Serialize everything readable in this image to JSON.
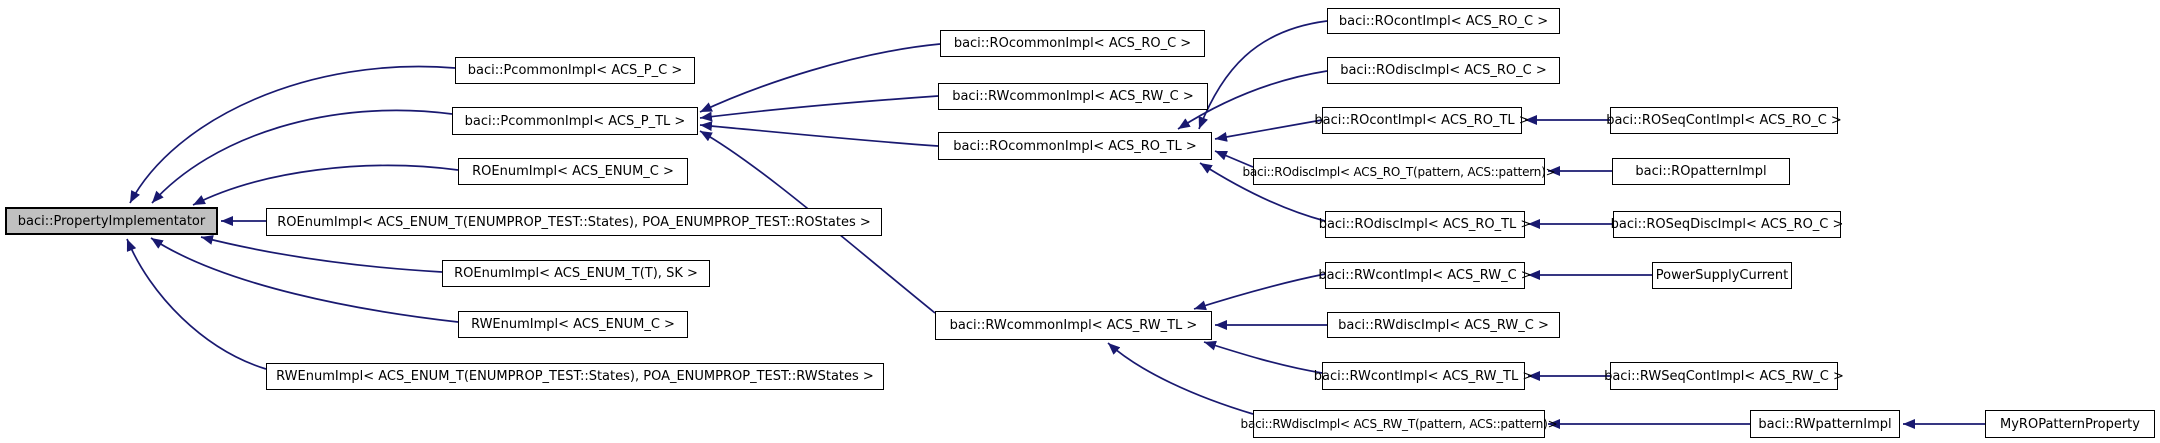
{
  "diagram": {
    "kind": "class-inheritance-graph",
    "colors": {
      "background": "#ffffff",
      "node_fill": "#ffffff",
      "node_border": "#000000",
      "root_node_fill": "#c0c0c0",
      "edge": "#191970"
    },
    "nodes": [
      {
        "id": "property-implementator",
        "label": "baci::PropertyImplementator",
        "highlighted": true
      },
      {
        "id": "pcommon-impl-acs-p-c",
        "label": "baci::PcommonImpl< ACS_P_C >"
      },
      {
        "id": "pcommon-impl-acs-p-tl",
        "label": "baci::PcommonImpl< ACS_P_TL >"
      },
      {
        "id": "ro-enum-impl-acs-enum-c",
        "label": "ROEnumImpl< ACS_ENUM_C >"
      },
      {
        "id": "ro-enum-impl-enumprop-rostates",
        "label": "ROEnumImpl< ACS_ENUM_T(ENUMPROP_TEST::States), POA_ENUMPROP_TEST::ROStates >"
      },
      {
        "id": "ro-enum-impl-t-sk",
        "label": "ROEnumImpl< ACS_ENUM_T(T), SK >"
      },
      {
        "id": "rw-enum-impl-acs-enum-c",
        "label": "RWEnumImpl< ACS_ENUM_C >"
      },
      {
        "id": "rw-enum-impl-enumprop-rwstates",
        "label": "RWEnumImpl< ACS_ENUM_T(ENUMPROP_TEST::States), POA_ENUMPROP_TEST::RWStates >"
      },
      {
        "id": "ro-common-impl-acs-ro-c",
        "label": "baci::ROcommonImpl< ACS_RO_C >"
      },
      {
        "id": "rw-common-impl-acs-rw-c",
        "label": "baci::RWcommonImpl< ACS_RW_C >"
      },
      {
        "id": "ro-common-impl-acs-ro-tl",
        "label": "baci::ROcommonImpl< ACS_RO_TL >"
      },
      {
        "id": "rw-common-impl-acs-rw-tl",
        "label": "baci::RWcommonImpl< ACS_RW_TL >"
      },
      {
        "id": "ro-cont-impl-acs-ro-c",
        "label": "baci::ROcontImpl< ACS_RO_C >"
      },
      {
        "id": "ro-disc-impl-acs-ro-c",
        "label": "baci::ROdiscImpl< ACS_RO_C >"
      },
      {
        "id": "ro-cont-impl-acs-ro-tl",
        "label": "baci::ROcontImpl< ACS_RO_TL >"
      },
      {
        "id": "ro-disc-impl-acs-ro-t-pattern",
        "label": "baci::ROdiscImpl< ACS_RO_T(pattern, ACS::pattern)>"
      },
      {
        "id": "ro-disc-impl-acs-ro-tl",
        "label": "baci::ROdiscImpl< ACS_RO_TL >"
      },
      {
        "id": "rw-cont-impl-acs-rw-c",
        "label": "baci::RWcontImpl< ACS_RW_C >"
      },
      {
        "id": "rw-disc-impl-acs-rw-c",
        "label": "baci::RWdiscImpl< ACS_RW_C >"
      },
      {
        "id": "rw-cont-impl-acs-rw-tl",
        "label": "baci::RWcontImpl< ACS_RW_TL >"
      },
      {
        "id": "rw-disc-impl-acs-rw-t-pattern",
        "label": "baci::RWdiscImpl< ACS_RW_T(pattern, ACS::pattern)>"
      },
      {
        "id": "ro-seq-cont-impl-acs-ro-c",
        "label": "baci::ROSeqContImpl< ACS_RO_C >"
      },
      {
        "id": "ro-pattern-impl",
        "label": "baci::ROpatternImpl"
      },
      {
        "id": "ro-seq-disc-impl-acs-ro-c",
        "label": "baci::ROSeqDiscImpl< ACS_RO_C >"
      },
      {
        "id": "power-supply-current",
        "label": "PowerSupplyCurrent"
      },
      {
        "id": "rw-seq-cont-impl-acs-rw-c",
        "label": "baci::RWSeqContImpl< ACS_RW_C >"
      },
      {
        "id": "rw-pattern-impl",
        "label": "baci::RWpatternImpl"
      },
      {
        "id": "my-ro-pattern-property",
        "label": "MyROPatternProperty"
      }
    ],
    "edges": [
      {
        "from": "pcommon-impl-acs-p-c",
        "to": "property-implementator"
      },
      {
        "from": "pcommon-impl-acs-p-tl",
        "to": "property-implementator"
      },
      {
        "from": "ro-enum-impl-acs-enum-c",
        "to": "property-implementator"
      },
      {
        "from": "ro-enum-impl-enumprop-rostates",
        "to": "property-implementator"
      },
      {
        "from": "ro-enum-impl-t-sk",
        "to": "property-implementator"
      },
      {
        "from": "rw-enum-impl-acs-enum-c",
        "to": "property-implementator"
      },
      {
        "from": "rw-enum-impl-enumprop-rwstates",
        "to": "property-implementator"
      },
      {
        "from": "ro-common-impl-acs-ro-c",
        "to": "pcommon-impl-acs-p-tl"
      },
      {
        "from": "rw-common-impl-acs-rw-c",
        "to": "pcommon-impl-acs-p-tl"
      },
      {
        "from": "ro-common-impl-acs-ro-tl",
        "to": "pcommon-impl-acs-p-tl"
      },
      {
        "from": "rw-common-impl-acs-rw-tl",
        "to": "pcommon-impl-acs-p-tl"
      },
      {
        "from": "ro-cont-impl-acs-ro-c",
        "to": "ro-common-impl-acs-ro-tl"
      },
      {
        "from": "ro-disc-impl-acs-ro-c",
        "to": "ro-common-impl-acs-ro-tl"
      },
      {
        "from": "ro-cont-impl-acs-ro-tl",
        "to": "ro-common-impl-acs-ro-tl"
      },
      {
        "from": "ro-disc-impl-acs-ro-t-pattern",
        "to": "ro-common-impl-acs-ro-tl"
      },
      {
        "from": "ro-disc-impl-acs-ro-tl",
        "to": "ro-common-impl-acs-ro-tl"
      },
      {
        "from": "rw-cont-impl-acs-rw-c",
        "to": "rw-common-impl-acs-rw-tl"
      },
      {
        "from": "rw-disc-impl-acs-rw-c",
        "to": "rw-common-impl-acs-rw-tl"
      },
      {
        "from": "rw-cont-impl-acs-rw-tl",
        "to": "rw-common-impl-acs-rw-tl"
      },
      {
        "from": "rw-disc-impl-acs-rw-t-pattern",
        "to": "rw-common-impl-acs-rw-tl"
      },
      {
        "from": "ro-seq-cont-impl-acs-ro-c",
        "to": "ro-cont-impl-acs-ro-tl"
      },
      {
        "from": "ro-pattern-impl",
        "to": "ro-disc-impl-acs-ro-t-pattern"
      },
      {
        "from": "ro-seq-disc-impl-acs-ro-c",
        "to": "ro-disc-impl-acs-ro-tl"
      },
      {
        "from": "power-supply-current",
        "to": "rw-cont-impl-acs-rw-c"
      },
      {
        "from": "rw-seq-cont-impl-acs-rw-c",
        "to": "rw-cont-impl-acs-rw-tl"
      },
      {
        "from": "rw-pattern-impl",
        "to": "rw-disc-impl-acs-rw-t-pattern"
      },
      {
        "from": "my-ro-pattern-property",
        "to": "rw-pattern-impl"
      }
    ]
  }
}
